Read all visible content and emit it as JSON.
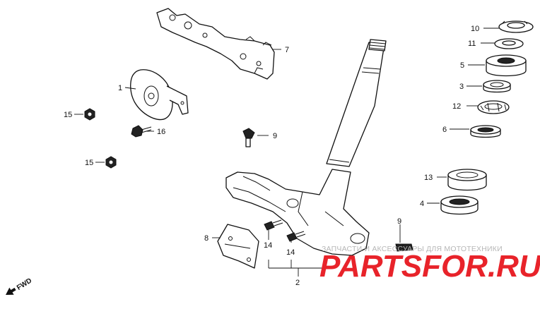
{
  "callouts": {
    "c1": "1",
    "c2": "2",
    "c3": "3",
    "c4": "4",
    "c5": "5",
    "c6": "6",
    "c7": "7",
    "c8": "8",
    "c9a": "9",
    "c9b": "9",
    "c10": "10",
    "c11": "11",
    "c12": "12",
    "c13": "13",
    "c14a": "14",
    "c14b": "14",
    "c15a": "15",
    "c15b": "15",
    "c16": "16"
  },
  "fwd_label": "FWD",
  "watermark": {
    "line1": "ЗАПЧАСТИ И АКСЕССУАРЫ ДЛЯ МОТОТЕХНИКИ",
    "brand_left": "PARTS",
    "brand_mid": "FOR",
    "brand_right": ".RU",
    "color": "#e8232a"
  },
  "colors": {
    "ink": "#111111",
    "paper": "#ffffff",
    "watermark_gray": "#b7b7b7"
  }
}
